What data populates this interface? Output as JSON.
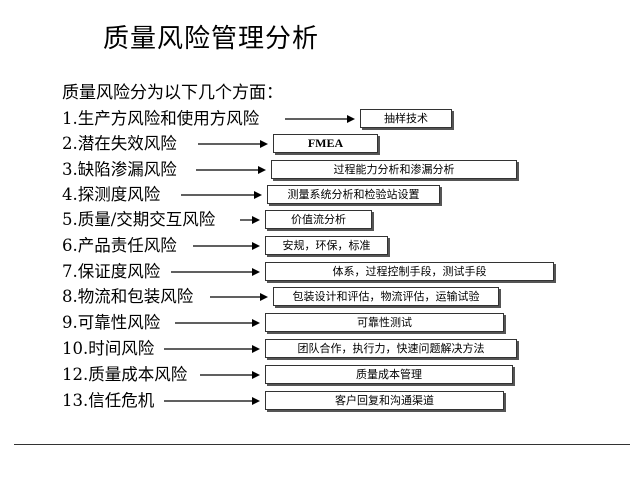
{
  "title": "质量风险管理分析",
  "intro": "质量风险分为以下几个方面：",
  "rows": [
    {
      "label": "1.生产方风险和使用方风险",
      "box": "抽样技术"
    },
    {
      "label": "2.潜在失效风险",
      "box": "FMEA"
    },
    {
      "label": "3.缺陷渗漏风险",
      "box": "过程能力分析和渗漏分析"
    },
    {
      "label": "4.探测度风险",
      "box": "测量系统分析和检验站设置"
    },
    {
      "label": "5.质量/交期交互风险",
      "box": "价值流分析"
    },
    {
      "label": "6.产品责任风险",
      "box": "安规，环保，标准"
    },
    {
      "label": "7.保证度风险",
      "box": "体系，过程控制手段，测试手段"
    },
    {
      "label": "8.物流和包装风险",
      "box": "包装设计和评估，物流评估，运输试验"
    },
    {
      "label": "9.可靠性风险",
      "box": "可靠性测试"
    },
    {
      "label": "10.时间风险",
      "box": "团队合作，执行力，快速问题解决方法"
    },
    {
      "label": "12.质量成本风险",
      "box": "质量成本管理"
    },
    {
      "label": "13.信任危机",
      "box": "客户回复和沟通渠道"
    }
  ]
}
